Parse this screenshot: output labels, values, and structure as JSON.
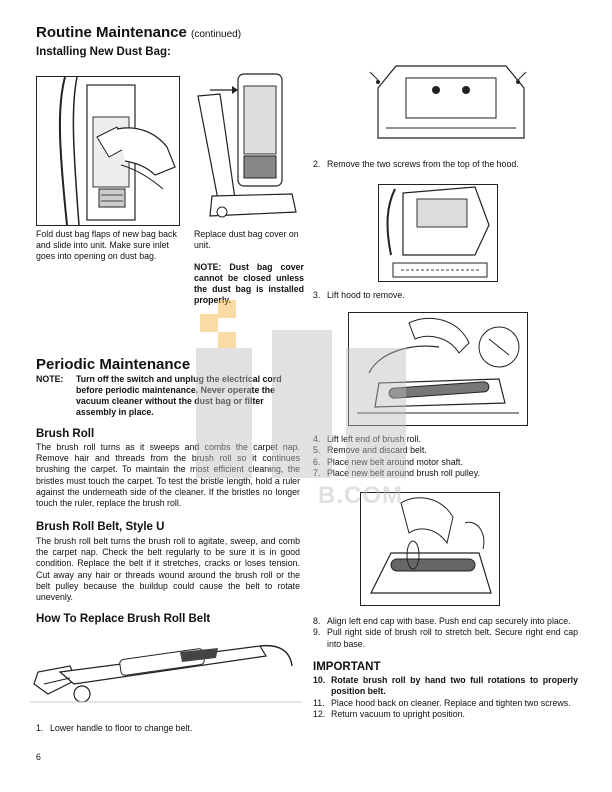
{
  "header": {
    "title": "Routine Maintenance",
    "title_suffix": "(continued)"
  },
  "dust_bag": {
    "heading": "Installing New Dust Bag:",
    "caption_left": "Fold dust bag flaps of new bag back and slide into unit. Make sure inlet goes into opening on dust bag.",
    "caption_right": "Replace dust bag cover on unit.",
    "note": "NOTE: Dust bag cover cannot be closed unless the dust bag is installed properly."
  },
  "periodic": {
    "heading": "Periodic Maintenance",
    "note_label": "NOTE:",
    "note_text": "Turn off the switch and unplug the electrical cord before periodic maintenance. Never operate the vacuum cleaner without the dust bag or filter assembly in place."
  },
  "brush_roll": {
    "heading": "Brush Roll",
    "text": "The brush roll turns as it sweeps and combs the carpet nap. Remove hair and threads from the brush roll so it continues brushing the carpet. To maintain the most efficient cleaning, the bristles must touch the carpet. To test the bristle length, hold a ruler against the underneath side of the cleaner. If the bristles no longer touch the ruler, replace the brush roll."
  },
  "belt": {
    "heading": "Brush Roll Belt, Style U",
    "text": "The brush roll belt turns the brush roll to agitate, sweep, and comb the carpet nap. Check the belt regularly to be sure it is in good condition. Replace the belt if it stretches, cracks or loses tension. Cut away any hair or threads wound around the brush roll or the belt pulley because the buildup could cause the belt to rotate unevenly."
  },
  "replace": {
    "heading": "How To Replace Brush Roll Belt",
    "step1_num": "1.",
    "step1_text": "Lower handle to floor to change belt."
  },
  "right_column": {
    "step2_num": "2.",
    "step2_text": "Remove the two screws from the top of the hood.",
    "step3_num": "3.",
    "step3_text": "Lift hood to remove.",
    "steps_4_7": [
      {
        "num": "4.",
        "text": "Lift left end of brush roll."
      },
      {
        "num": "5.",
        "text": "Remove and discard belt."
      },
      {
        "num": "6.",
        "text": "Place new belt around motor shaft."
      },
      {
        "num": "7.",
        "text": "Place new belt around brush roll pulley."
      }
    ],
    "steps_8_9": [
      {
        "num": "8.",
        "text": "Align left end cap with base. Push end cap securely into place."
      },
      {
        "num": "9.",
        "text": "Pull right side of brush roll to stretch belt. Secure right end cap into base."
      }
    ],
    "important_heading": "IMPORTANT",
    "steps_10_12": [
      {
        "num": "10.",
        "text": "Rotate brush roll by hand two full rotations to properly position belt.",
        "bold": true
      },
      {
        "num": "11.",
        "text": "Place hood back on cleaner. Replace and tighten two screws.",
        "bold": false
      },
      {
        "num": "12.",
        "text": "Return vacuum to upright position.",
        "bold": false
      }
    ]
  },
  "watermark": {
    "text": "B.COM",
    "color": "#f3b23a"
  },
  "page_number": "6"
}
